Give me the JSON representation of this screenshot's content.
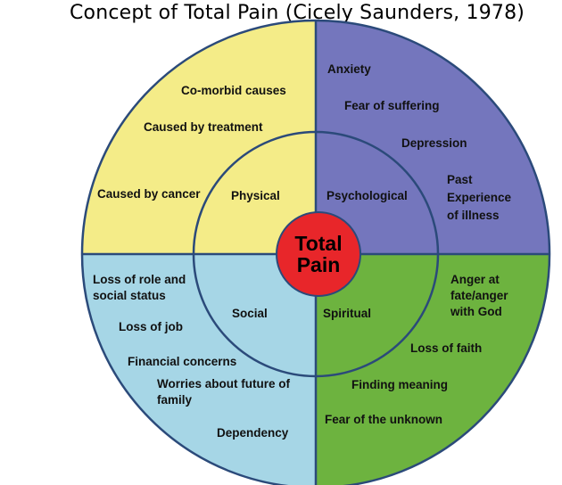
{
  "title": "Concept of Total Pain (Cicely Saunders, 1978)",
  "center": {
    "line1": "Total",
    "line2": "Pain",
    "color": "#e8262a"
  },
  "quadrants": {
    "physical": {
      "color": "#f4ec88",
      "inner_label": "Physical",
      "items": [
        "Co-morbid causes",
        "Caused by treatment",
        "Caused by cancer"
      ]
    },
    "psychological": {
      "color": "#7476bd",
      "inner_label": "Psychological",
      "items": [
        "Anxiety",
        "Fear of suffering",
        "Depression",
        "Past",
        "Experience",
        "of illness"
      ]
    },
    "social": {
      "color": "#a6d6e6",
      "inner_label": "Social",
      "items": [
        "Loss of role and",
        "social status",
        "Loss of job",
        "Financial concerns",
        "Worries about future of",
        "family",
        "Dependency"
      ]
    },
    "spiritual": {
      "color": "#6db33f",
      "inner_label": "Spiritual",
      "items": [
        "Anger at",
        "fate/anger",
        "with God",
        "Loss of faith",
        "Finding meaning",
        "Fear of the unknown"
      ]
    }
  }
}
